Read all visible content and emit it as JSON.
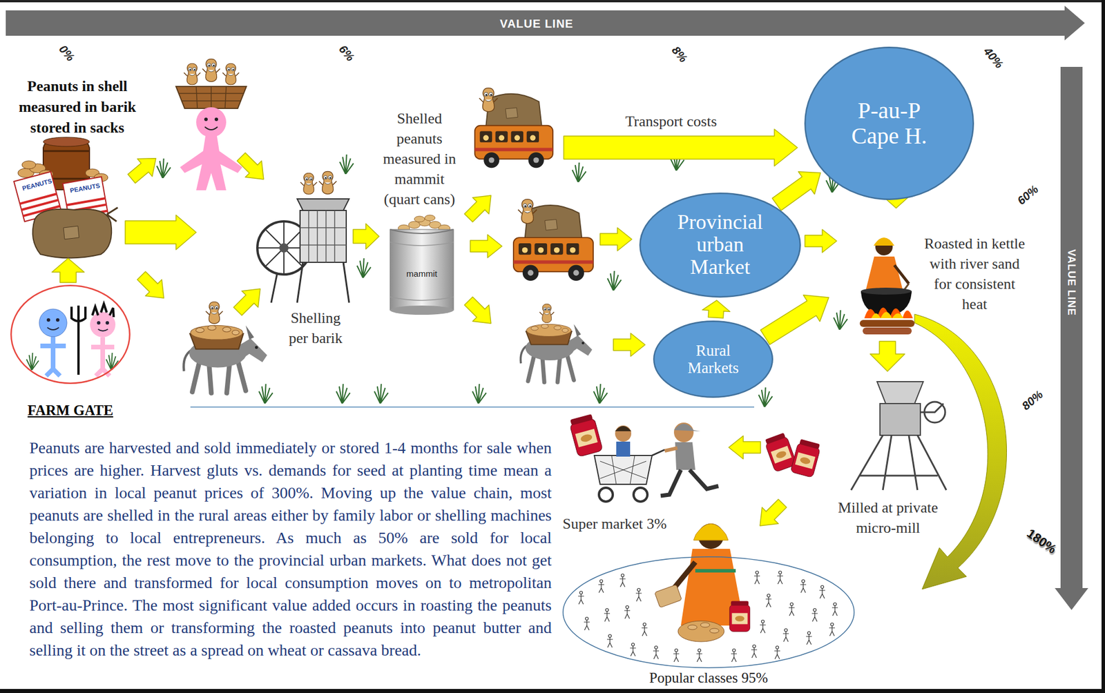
{
  "diagram": {
    "nodes": [
      {
        "text": [
          "P-au-P Cape H."
        ]
      },
      {
        "text": [
          "Provincial urban Market"
        ]
      },
      {
        "text": [
          "FARM GATE"
        ]
      },
      {
        "text": [
          "Rural Markets"
        ]
      },
      {
        "text": [
          "Popular classes 95%"
        ]
      }
    ],
    "edges": [
      {
        "from": 1,
        "to": 0,
        "arrow": "to"
      },
      {
        "from": 3,
        "to": 1,
        "arrow": "to"
      }
    ],
    "labels": [
      "VALUE LINE",
      "0%",
      "6%",
      "8%",
      "40%",
      "Peanuts in shell measured in barik stored in sacks",
      "PEANUTS",
      "PEANUTS",
      "Shelled peanuts measured in mammit (quart cans)",
      "Transport costs",
      "VALUE LINE",
      "60%",
      "mammit",
      "Shelling per barik",
      "Roasted in kettle with river sand for consistent heat",
      "80%",
      "180%",
      "Milled at private micro-mill",
      "Super market 3%",
      "Peanuts are harvested and sold immediately or stored 1-4 months for sale when prices are higher. Harvest gluts vs. demands for seed at planting time mean a variation in local peanut prices of 300%. Moving up the value chain, most peanuts are shelled in the rural areas either by family labor or shelling machines belonging to local entrepreneurs. As much as 50% are sold for local consumption, the rest move to the provincial urban markets. What does not get sold there and transformed for local consumption moves on to metropolitan Port-au-Prince. The most significant value added occurs in roasting the peanuts and selling them or transforming the roasted peanuts into peanut butter and selling it on the street as a spread on wheat or cassava bread."
    ]
  }
}
